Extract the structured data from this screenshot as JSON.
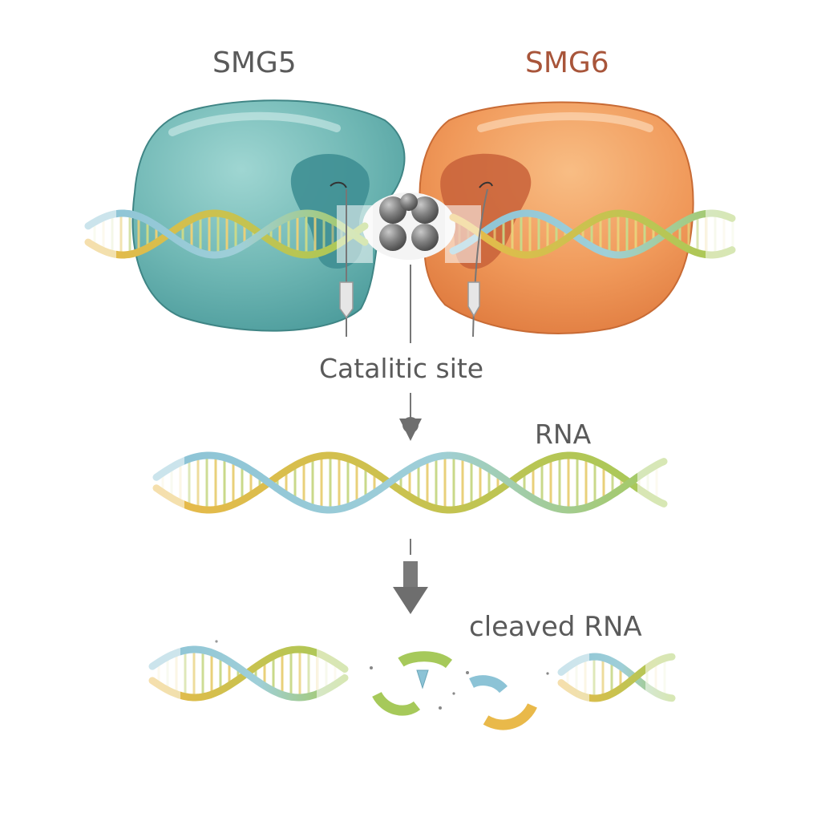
{
  "labels": {
    "smg5": "SMG5",
    "smg6": "SMG6",
    "catalytic_site": "Catalitic site",
    "rna": "RNA",
    "cleaved_rna": "cleaved RNA"
  },
  "colors": {
    "smg5_protein": "#6fb7b4",
    "smg5_pocket": "#3f8f93",
    "smg6_protein": "#f0995a",
    "smg6_pocket": "#c8623a",
    "smg6_label": "#a8553a",
    "label_text": "#5a5a5a",
    "metal_ions": "#7a7a7a",
    "strand_yellow": "#e9b94a",
    "strand_blue": "#8cc3d6",
    "strand_green": "#a6c95a",
    "arrow": "#6e6e6e"
  },
  "icons": {
    "metal_cluster": "four-grey-spheres",
    "pointer": "down-arrow"
  }
}
